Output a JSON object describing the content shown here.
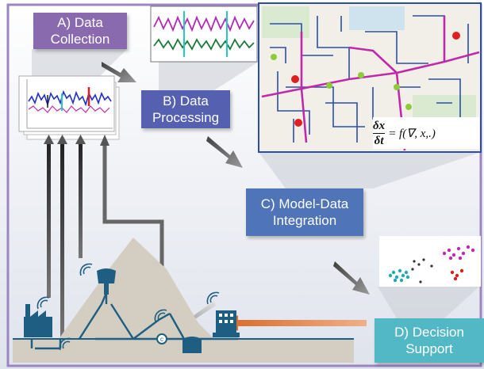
{
  "stages": {
    "a": "A) Data\nCollection",
    "b": "B) Data\nProcessing",
    "c": "C) Model-Data\nIntegration",
    "d": "D) Decision\nSupport"
  },
  "equation": {
    "numerator": "δx",
    "denominator": "δt",
    "rhs": "= f(∇, x,.)"
  },
  "colors": {
    "frame": "#9b86c2",
    "arrow_dark": "#3a3a3a",
    "arrow_feedback": "#d9783c",
    "network_pipe": "#2b4ea8",
    "network_main": "#c02aa8",
    "infrastructure": "#1d5e82"
  }
}
